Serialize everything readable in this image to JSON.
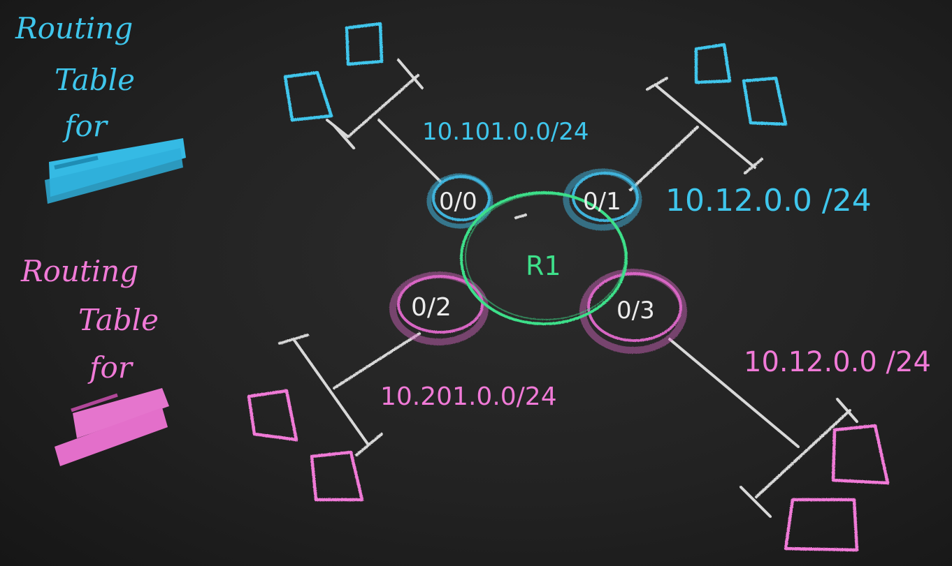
{
  "legend": {
    "blue_title": {
      "line1": "Routing",
      "line2": "Table",
      "line3": "for"
    },
    "pink_title": {
      "line1": "Routing",
      "line2": "Table",
      "line3": "for"
    }
  },
  "router": {
    "label": "R1"
  },
  "interfaces": [
    {
      "id": "if-0-0",
      "label": "0/0",
      "color": "#3fb4dc"
    },
    {
      "id": "if-0-1",
      "label": "0/1",
      "color": "#3fb4dc"
    },
    {
      "id": "if-0-2",
      "label": "0/2",
      "color": "#d866c4"
    },
    {
      "id": "if-0-3",
      "label": "0/3",
      "color": "#d866c4"
    }
  ],
  "networks": [
    {
      "id": "net-top-left",
      "label": "10.101.0.0/24",
      "color": "#3fc6ec"
    },
    {
      "id": "net-top-right",
      "label": "10.12.0.0 /24",
      "color": "#3fc6ec"
    },
    {
      "id": "net-bottom-left",
      "label": "10.201.0.0/24",
      "color": "#f07ad7"
    },
    {
      "id": "net-bottom-right",
      "label": "10.12.0.0 /24",
      "color": "#f07ad7"
    }
  ],
  "colors": {
    "board": "#222222",
    "chalk_white": "#d8d8d8",
    "blue": "#3fc6ec",
    "pink": "#f07ad7",
    "router_green": "#3ee08a"
  }
}
